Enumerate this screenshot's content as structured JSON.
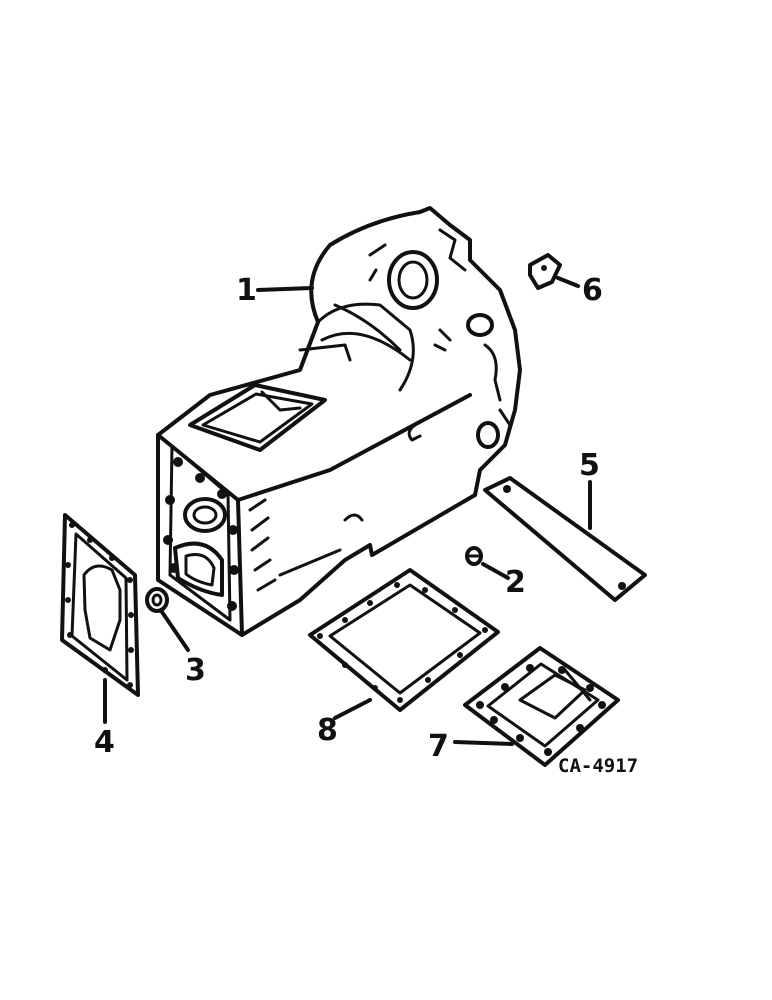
{
  "figure_code": "CA-4917",
  "callouts": [
    "1",
    "2",
    "3",
    "4",
    "5",
    "6",
    "7",
    "8"
  ]
}
